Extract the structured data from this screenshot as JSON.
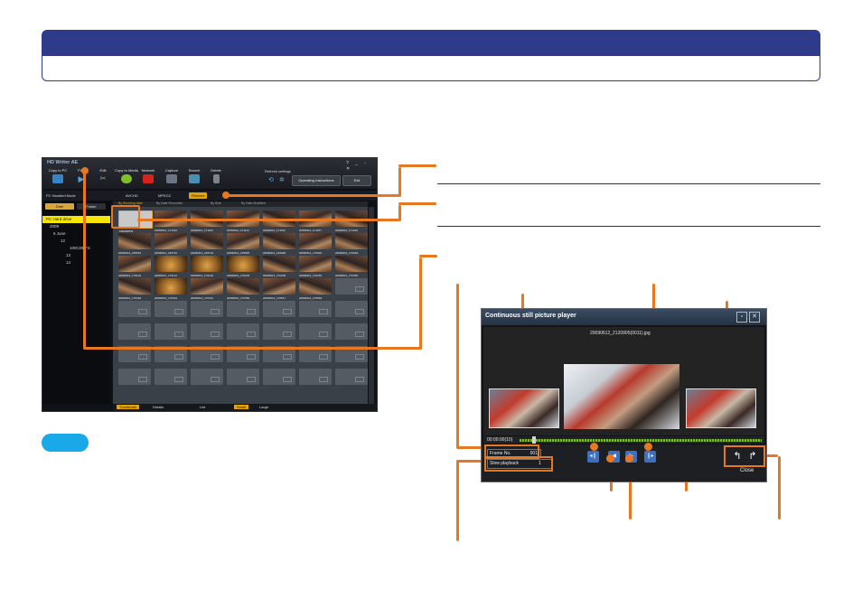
{
  "app": {
    "title": "HD Writer AE",
    "toolbar": [
      "Copy to PC",
      "Play",
      "Edit",
      "Copy to Media",
      "Network",
      "Capture",
      "Search",
      "Delete"
    ],
    "refresh_label": "Refresh settings",
    "operating_instructions": "Operating Instructions",
    "exit": "Exit",
    "tabs": {
      "pc_handled": "PC Handled Mode",
      "avchd": "AVCHD",
      "mpeg2": "MPEG2",
      "pictures": "Pictures"
    },
    "left_buttons": {
      "date": "Date",
      "folder": "Folder"
    },
    "tree": [
      "PC Hard drive",
      "2009",
      "6 June",
      "12",
      "100CDPFS",
      "13",
      "14"
    ],
    "categories": [
      "By Shooting date",
      "By Date Recorded",
      "By Size",
      "By Date Modified"
    ],
    "folder_label": "100CDPFS",
    "thumb_labels": [
      "20090612_171012",
      "20090612_171102",
      "20090612_171113",
      "20090612_171152",
      "20090612_171157",
      "20090612_171222",
      "20090612_165654",
      "20090612_165710",
      "20090612_165724",
      "20090612_165848",
      "20090612_165929",
      "20090612_170002",
      "20090612_170049",
      "20090612_170102",
      "20090612_170114",
      "20090612_170146",
      "20090612_170203",
      "20090612_170239",
      "20090612_170253",
      "20090612_170359",
      "20090612_170404",
      "20090612_170413",
      "20090612_170441",
      "20090612_170459",
      "20090612_170517",
      "20090612_170533"
    ],
    "bottom": {
      "thumbnail": "Thumbnail",
      "details": "Details",
      "list": "List",
      "small": "Small",
      "large": "Large"
    }
  },
  "player": {
    "title": "Continuous still picture player",
    "file": "20090612_2120905(0011).jpg",
    "time": "00:00:00(10)",
    "frame_label": "Frame No.",
    "frame_value": "001",
    "slow_label": "Slow playback",
    "slow_value": "1",
    "close": "Close"
  },
  "colors": {
    "header": "#2e3b8a",
    "callout": "#e87722",
    "note": "#19a8e8"
  }
}
